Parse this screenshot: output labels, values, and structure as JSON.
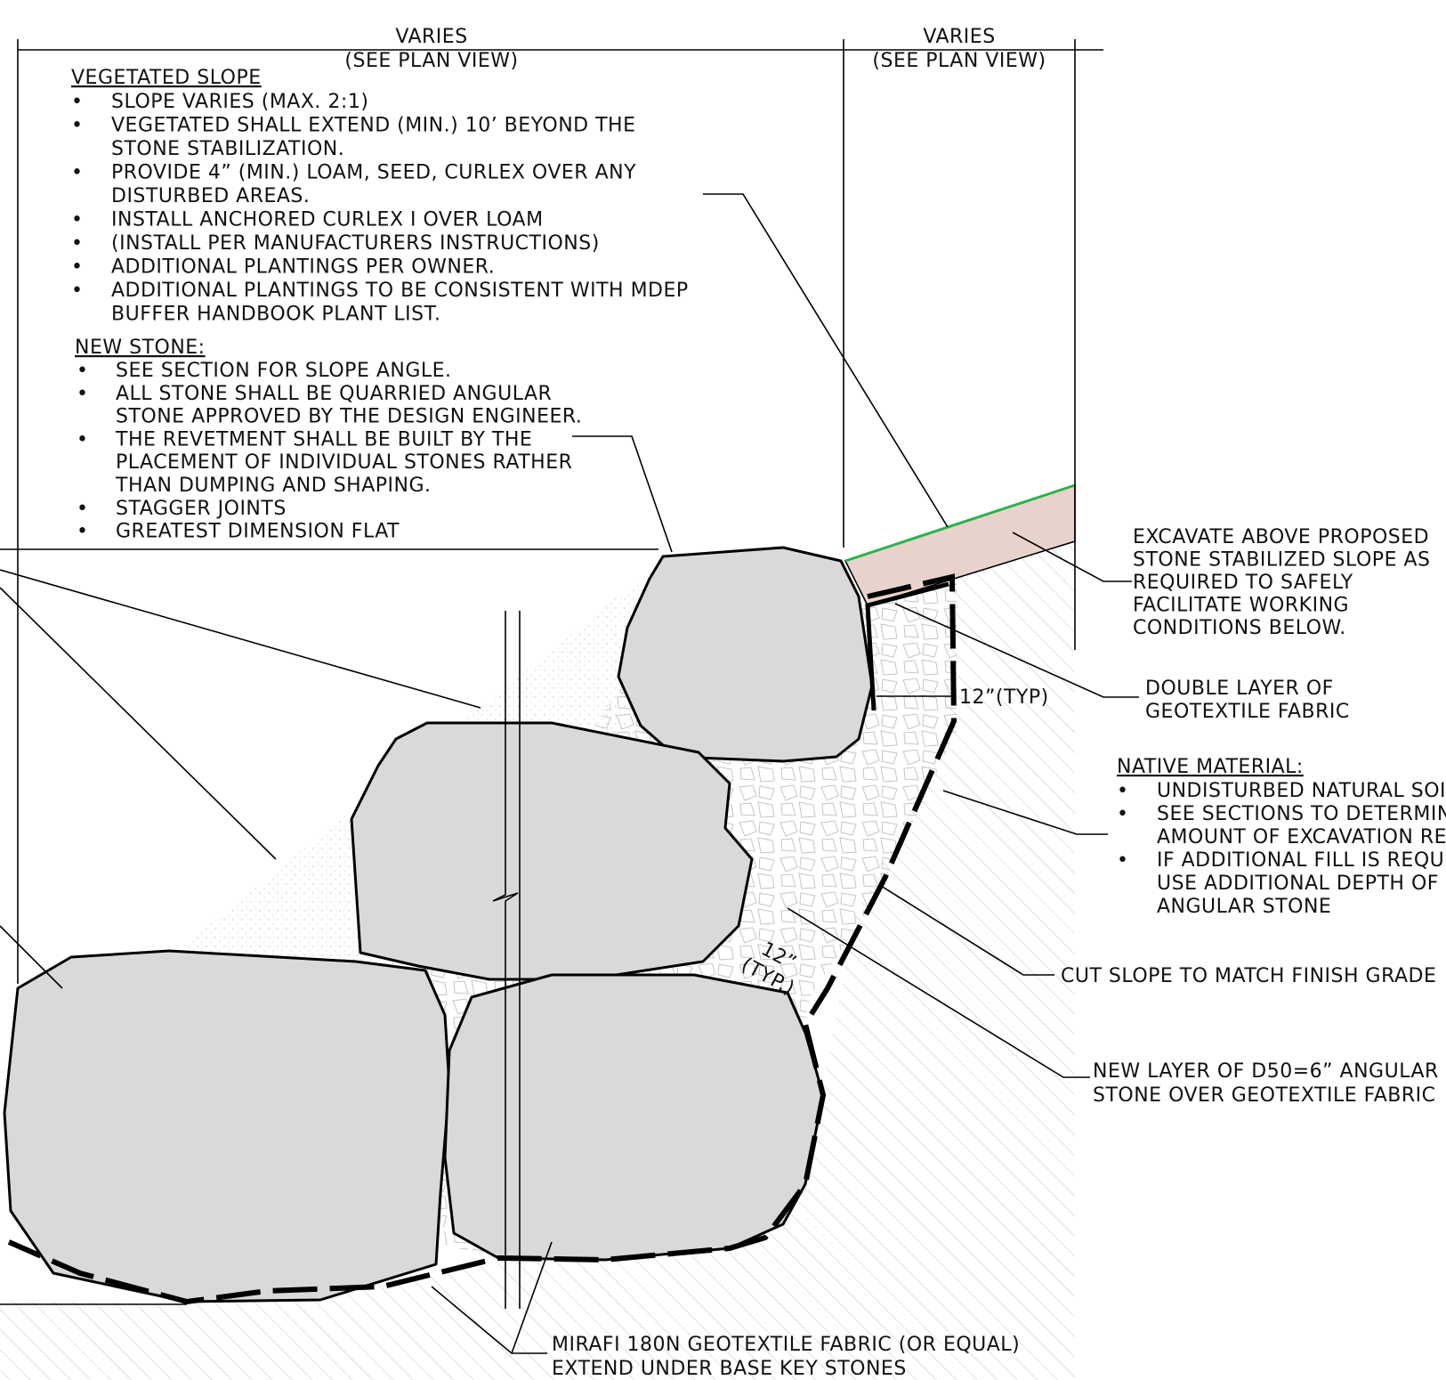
{
  "dimensions": {
    "left": {
      "line1": "VARIES",
      "line2": "(SEE PLAN VIEW)"
    },
    "right": {
      "line1": "VARIES",
      "line2": "(SEE PLAN VIEW)"
    }
  },
  "vegetated_slope": {
    "header": "VEGETATED SLOPE",
    "bullets": [
      [
        "SLOPE VARIES (MAX. 2:1)"
      ],
      [
        "VEGETATED SHALL EXTEND (MIN.) 10’ BEYOND THE",
        "STONE STABILIZATION."
      ],
      [
        "PROVIDE 4” (MIN.) LOAM, SEED, CURLEX OVER ANY",
        "DISTURBED AREAS."
      ],
      [
        "INSTALL ANCHORED CURLEX I OVER LOAM"
      ],
      [
        "(INSTALL PER MANUFACTURERS INSTRUCTIONS)"
      ],
      [
        "ADDITIONAL PLANTINGS PER OWNER."
      ],
      [
        "ADDITIONAL PLANTINGS TO BE CONSISTENT WITH MDEP",
        "BUFFER HANDBOOK PLANT LIST."
      ]
    ]
  },
  "new_stone": {
    "header": "NEW STONE:",
    "bullets": [
      [
        "SEE SECTION FOR SLOPE ANGLE."
      ],
      [
        "ALL STONE SHALL BE QUARRIED ANGULAR",
        "STONE APPROVED BY THE DESIGN ENGINEER."
      ],
      [
        "THE REVETMENT SHALL BE BUILT BY THE",
        "PLACEMENT OF INDIVIDUAL STONES RATHER",
        "THAN DUMPING AND SHAPING."
      ],
      [
        "STAGGER JOINTS"
      ],
      [
        "GREATEST DIMENSION FLAT"
      ]
    ]
  },
  "callouts": {
    "excavate": [
      "EXCAVATE ABOVE PROPOSED",
      "STONE STABILIZED SLOPE AS",
      "REQUIRED TO SAFELY",
      "FACILITATE WORKING",
      "CONDITIONS BELOW."
    ],
    "double_layer": [
      "DOUBLE LAYER OF",
      "GEOTEXTILE FABRIC"
    ],
    "typ_12": "12”(TYP)",
    "typ_12_rot_a": "12”",
    "typ_12_rot_b": "(TYP.)",
    "cut_slope": "CUT SLOPE TO MATCH FINISH GRADE",
    "new_layer": [
      "NEW LAYER OF D50=6” ANGULAR",
      "STONE OVER GEOTEXTILE FABRIC"
    ],
    "mirafi": [
      "MIRAFI 180N GEOTEXTILE FABRIC (OR EQUAL)",
      "EXTEND UNDER BASE KEY STONES"
    ]
  },
  "native_material": {
    "header": "NATIVE MATERIAL:",
    "bullets": [
      [
        "UNDISTURBED NATURAL SOIL"
      ],
      [
        "SEE SECTIONS TO DETERMINE",
        "AMOUNT OF EXCAVATION REQ'D"
      ],
      [
        "IF ADDITIONAL FILL IS REQUIRED",
        "USE ADDITIONAL DEPTH OF",
        "ANGULAR STONE"
      ]
    ]
  },
  "colors": {
    "loam": "#e8d3cc",
    "grass": "#2bb24c",
    "rock": "#d9d9d9",
    "hatch": "#bdbdbd",
    "gravel": "#c8c8c8"
  }
}
